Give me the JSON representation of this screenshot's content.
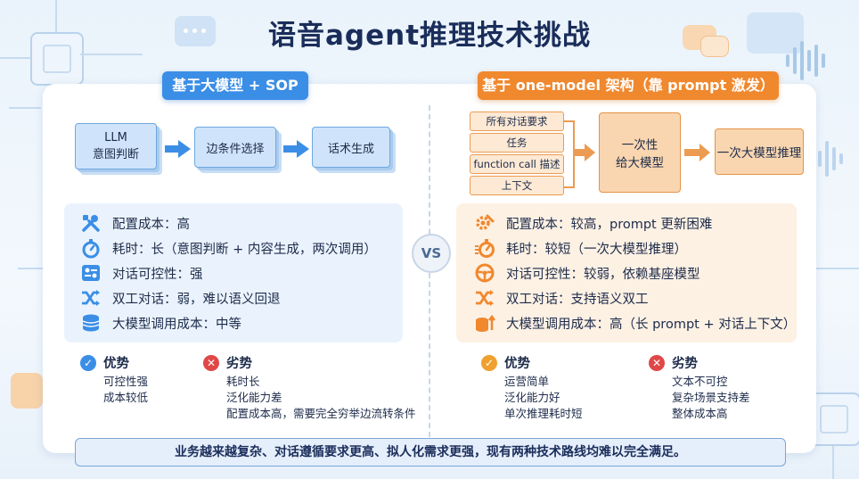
{
  "title": "语音agent推理技术挑战",
  "left": {
    "header": "基于大模型 + SOP",
    "flow": [
      {
        "line1": "LLM",
        "line2": "意图判断"
      },
      {
        "line1": "边条件选择",
        "line2": ""
      },
      {
        "line1": "话术生成",
        "line2": ""
      }
    ],
    "props": [
      {
        "icon": "tools-icon",
        "text": "配置成本：高"
      },
      {
        "icon": "stopwatch-icon",
        "text": "耗时：长（意图判断 + 内容生成，两次调用）"
      },
      {
        "icon": "control-panel-icon",
        "text": "对话可控性：强"
      },
      {
        "icon": "shuffle-icon",
        "text": "双工对话：弱，难以语义回退"
      },
      {
        "icon": "coins-icon",
        "text": "大模型调用成本：中等"
      }
    ],
    "pros_label": "优势",
    "pros": [
      "可控性强",
      "成本较低"
    ],
    "cons_label": "劣势",
    "cons": [
      "耗时长",
      "泛化能力差",
      "配置成本高，需要完全穷举边流转条件"
    ]
  },
  "right": {
    "header": "基于 one-model 架构（靠 prompt 激发）",
    "inputs": [
      "所有对话要求",
      "任务",
      "function call 描述",
      "上下文"
    ],
    "merge_box": {
      "line1": "一次性",
      "line2": "给大模型"
    },
    "result_box": "一次大模型推理",
    "props": [
      {
        "icon": "gear-wrench-icon",
        "text": "配置成本：较高，prompt 更新困难"
      },
      {
        "icon": "stopwatch-fast-icon",
        "text": "耗时：较短（一次大模型推理）"
      },
      {
        "icon": "steering-wheel-icon",
        "text": "对话可控性：较弱，依赖基座模型"
      },
      {
        "icon": "shuffle-icon",
        "text": "双工对话：支持语义双工"
      },
      {
        "icon": "coins-up-icon",
        "text": "大模型调用成本：高（长 prompt + 对话上下文）"
      }
    ],
    "pros_label": "优势",
    "pros": [
      "运营简单",
      "泛化能力好",
      "单次推理耗时短"
    ],
    "cons_label": "劣势",
    "cons": [
      "文本不可控",
      "复杂场景支持差",
      "整体成本高"
    ]
  },
  "vs_label": "VS",
  "footer": "业务越来越复杂、对话遵循要求更高、拟人化需求更强，现有两种技术路线均难以完全满足。",
  "colors": {
    "blue": "#3b8ee6",
    "orange": "#f0882e",
    "check": "#3b8ee6",
    "check_right": "#f0a030",
    "cross": "#e04848"
  }
}
